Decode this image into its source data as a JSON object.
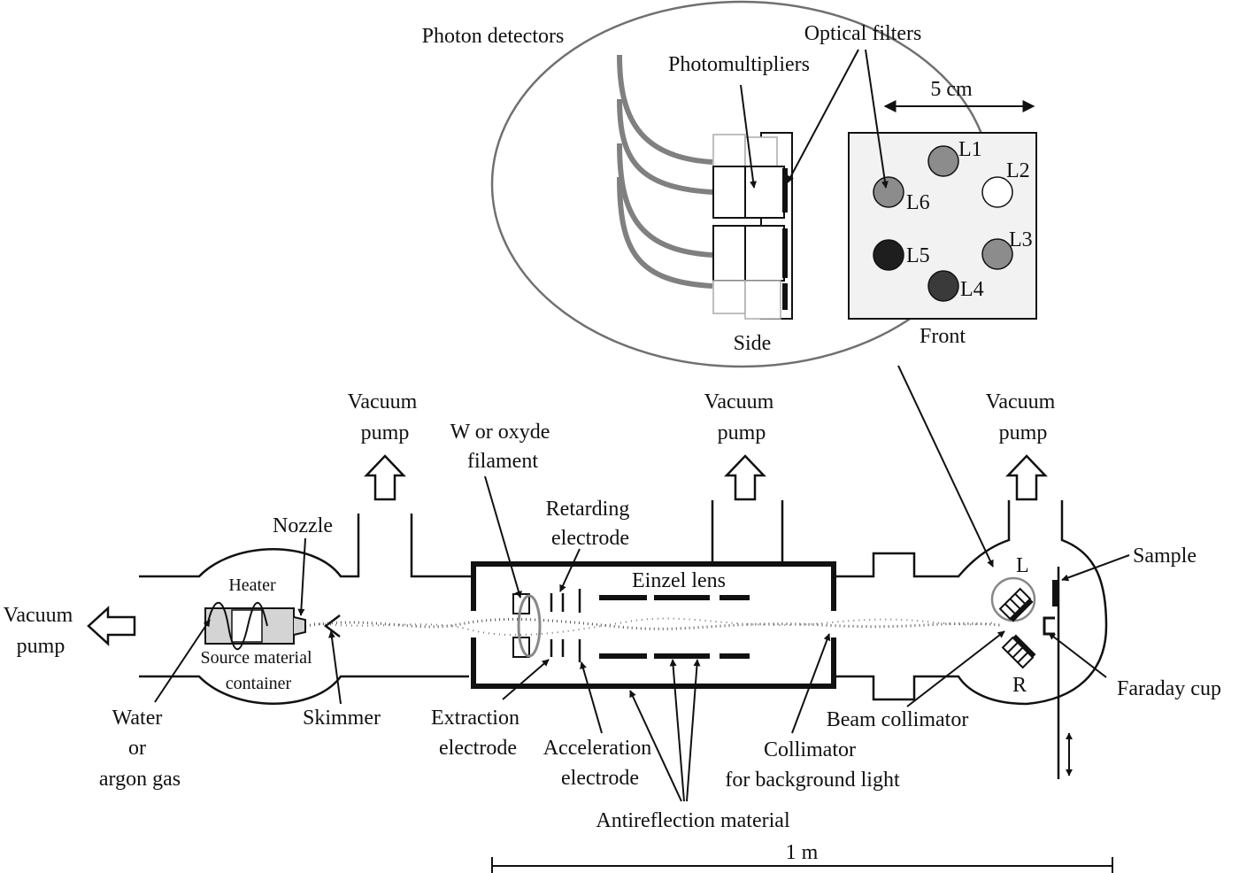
{
  "labels": {
    "photon_detectors": "Photon detectors",
    "optical_filters": "Optical filters",
    "photomultipliers": "Photomultipliers",
    "scale_5cm": "5 cm",
    "side": "Side",
    "front": "Front",
    "vacuum_pump": "Vacuum pump",
    "vacuum_pump_line1": "Vacuum",
    "vacuum_pump_line2": "pump",
    "w_filament_line1": "W or oxyde",
    "w_filament_line2": "filament",
    "retarding_line1": "Retarding",
    "retarding_line2": "electrode",
    "einzel_lens": "Einzel lens",
    "nozzle": "Nozzle",
    "heater": "Heater",
    "source_line1": "Source material",
    "source_line2": "container",
    "water_line1": "Water",
    "water_line2": "or",
    "water_line3": "argon gas",
    "skimmer": "Skimmer",
    "extraction_line1": "Extraction",
    "extraction_line2": "electrode",
    "acceleration_line1": "Acceleration",
    "acceleration_line2": "electrode",
    "antireflection": "Antireflection material",
    "collimator_line1": "Collimator",
    "collimator_line2": "for background light",
    "beam_collimator": "Beam collimator",
    "sample": "Sample",
    "faraday_cup": "Faraday cup",
    "detector_l": "L",
    "detector_r": "R",
    "scale_1m": "1 m"
  },
  "filters": [
    {
      "name": "L1",
      "color": "#8c8c8c"
    },
    {
      "name": "L2",
      "color": "#ffffff"
    },
    {
      "name": "L3",
      "color": "#8c8c8c"
    },
    {
      "name": "L4",
      "color": "#3a3a3a"
    },
    {
      "name": "L5",
      "color": "#1e1e1e"
    },
    {
      "name": "L6",
      "color": "#8c8c8c"
    }
  ],
  "colors": {
    "ellipse_stroke": "#707070",
    "cable": "#808080",
    "heater_body": "#d4d4d4",
    "front_panel": "#f2f2f2"
  }
}
